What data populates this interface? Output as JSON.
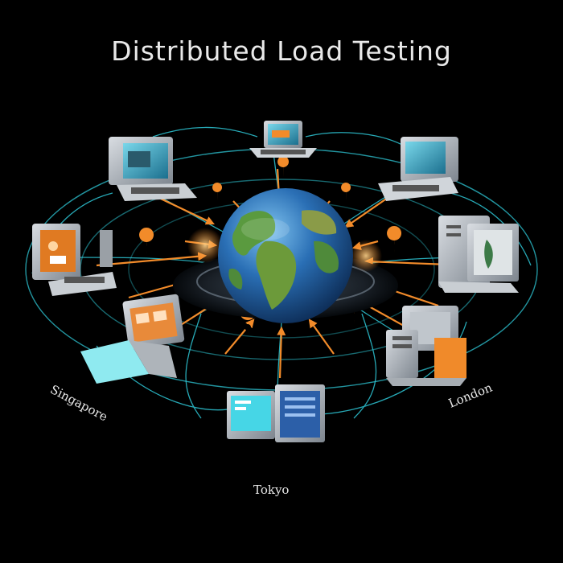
{
  "title": "Distributed Load Testing",
  "locations": {
    "singapore": "Singapore",
    "london": "London",
    "tokyo": "Tokyo"
  },
  "colors": {
    "background": "#000000",
    "connection": "#2ec7d6",
    "arrow": "#f28b2a",
    "ocean": "#1d5fa8",
    "land": "#4f8a3a"
  }
}
